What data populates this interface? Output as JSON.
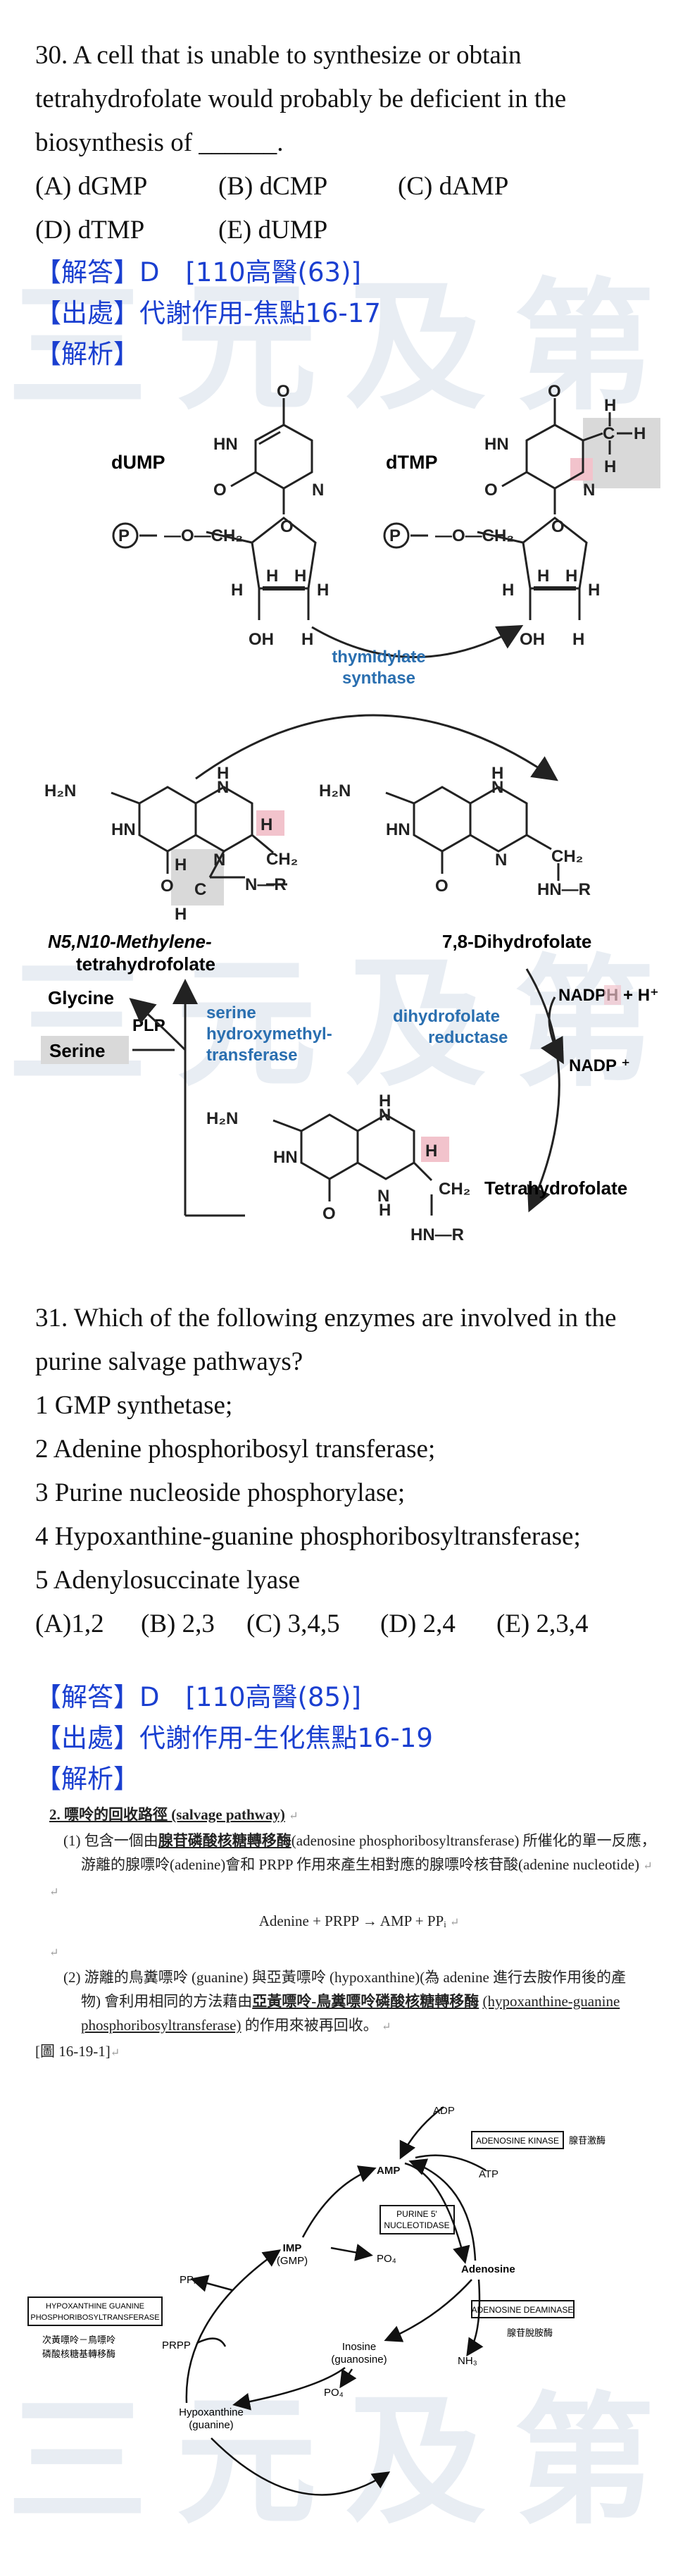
{
  "watermark": "三元及第",
  "q30": {
    "stem": [
      "30. A cell that is unable to synthesize or obtain",
      "tetrahydrofolate would probably be deficient in the",
      "biosynthesis of ______."
    ],
    "options_row1": [
      "(A) dGMP",
      "(B) dCMP",
      "(C) dAMP"
    ],
    "options_row2": [
      "(D) dTMP",
      "(E) dUMP"
    ],
    "answer": "【解答】D　[110高醫(63)]",
    "source": "【出處】代謝作用-焦點16-17",
    "analysis": "【解析】"
  },
  "fig30": {
    "dump": "dUMP",
    "dtmp": "dTMP",
    "enzyme1": [
      "thymidylate",
      "synthase"
    ],
    "methylene": [
      "N5,N10-Methylene-",
      "tetrahydrofolate"
    ],
    "dhf": "7,8-Dihydrofolate",
    "glycine": "Glycine",
    "serine": "Serine",
    "plp": "PLP",
    "enzyme2": [
      "serine",
      "hydroxymethyl-",
      "transferase"
    ],
    "enzyme3": [
      "dihydrofolate",
      "reductase"
    ],
    "nadph": "NADPH  + H⁺",
    "nadp": "NADP ⁺",
    "thf": "Tetrahydrofolate",
    "colors": {
      "enzyme": "#2a6fb0",
      "highlight": "#f2c3cc",
      "gray": "#d9d9d9"
    }
  },
  "q31": {
    "stem": "31. Which of the following enzymes are involved in the purine salvage pathways?",
    "items": [
      "1 GMP synthetase;",
      "2 Adenine phosphoribosyl transferase;",
      "3 Purine nucleoside phosphorylase;",
      "4 Hypoxanthine-guanine phosphoribosyltransferase;",
      "5 Adenylosuccinate lyase"
    ],
    "options": [
      "(A)1,2",
      "(B) 2,3",
      "(C) 3,4,5",
      "(D) 2,4",
      "(E) 2,3,4"
    ],
    "answer": "【解答】D　[110高醫(85)]",
    "source": "【出處】代謝作用-生化焦點16-19",
    "analysis": "【解析】"
  },
  "sol31": {
    "heading": "2. 嘌呤的回收路徑 (salvage pathway)",
    "p1a": "(1) 包含一個由",
    "p1b": "腺苷磷酸核糖轉移酶",
    "p1c": "(adenosine phosphoribosyltransferase) 所催化的單一反應，",
    "p1d": "游離的腺嘌呤(adenine)會和 PRPP 作用來產生相對應的腺嘌呤核苷酸(adenine nucleotide)",
    "equation": "Adenine + PRPP → AMP + PPᵢ",
    "p2a": "(2) 游離的鳥糞嘌呤 (guanine) 與亞黃嘌呤 (hypoxanthine)(為 adenine 進行去胺作用後的產",
    "p2b": "物) 會利用相同的方法藉由",
    "p2c": "亞黃嘌呤-鳥糞嘌呤磷酸核糖轉移酶",
    "p2d": "(hypoxanthine-guanine",
    "p2e": "phosphoribosyltransferase)",
    "p2f": "的作用來被再回收。",
    "figlabel": "[圖 16-19-1]",
    "mark": "↵"
  },
  "fig31": {
    "adp": "ADP",
    "atp": "ATP",
    "amp": "AMP",
    "adenosine_kinase": "ADENOSINE KINASE",
    "adenosine_kinase_zh": "腺苷激酶",
    "nucleotidase": [
      "PURINE 5'",
      "NUCLEOTIDASE"
    ],
    "imp": [
      "IMP",
      "(GMP)"
    ],
    "po4": "PO₄",
    "adenosine": "Adenosine",
    "deaminase": "ADENOSINE DEAMINASE",
    "deaminase_zh": "腺苷脫胺酶",
    "ppi": "PPᵢ",
    "prpp": "PRPP",
    "hgprt": [
      "HYPOXANTHINE GUANINE",
      "PHOSPHORIBOSYLTRANSFERASE"
    ],
    "hgprt_zh": [
      "次黃嘌呤－鳥嘌呤",
      "磷酸核糖基轉移酶"
    ],
    "inosine": [
      "Inosine",
      "(guanosine)"
    ],
    "nh3": "NH₃",
    "po4b": "PO₄",
    "hypoxanthine": [
      "Hypoxanthine",
      "(guanine)"
    ]
  }
}
